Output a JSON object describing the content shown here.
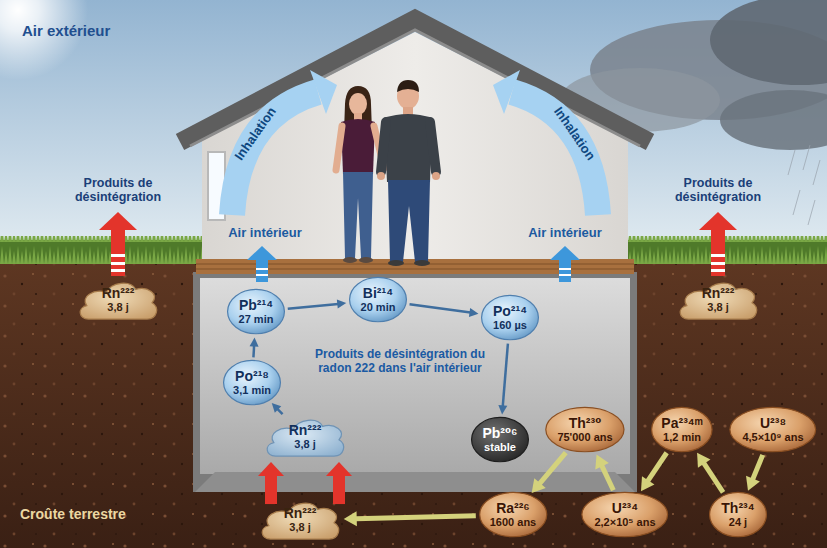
{
  "diagram": {
    "nodes": [
      {
        "text": [
          "Rn²²²",
          "3,8 j"
        ]
      },
      {
        "text": [
          "Pb²¹⁴",
          "27 min"
        ]
      },
      {
        "text": [
          "Bi²¹⁴",
          "20 min"
        ]
      },
      {
        "text": [
          "Po²¹⁴",
          "160 µs"
        ]
      },
      {
        "text": [
          "Rn²²²",
          "3,8 j"
        ]
      },
      {
        "text": [
          "Po²¹⁸",
          "3,1 min"
        ]
      },
      {
        "text": [
          "Rn²²²",
          "3,8 j"
        ]
      },
      {
        "text": [
          "Pb²⁰⁶",
          "stable"
        ]
      },
      {
        "text": [
          "Th²³⁰",
          "75'000 ans"
        ]
      },
      {
        "text": [
          "Pa²³⁴ᵐ",
          "1,2 min"
        ]
      },
      {
        "text": [
          "U²³⁸",
          "4,5×10⁹ ans"
        ]
      },
      {
        "text": [
          "Ra²²⁶",
          "1600 ans"
        ]
      },
      {
        "text": [
          "U²³⁴",
          "2,2×10⁵ ans"
        ]
      },
      {
        "text": [
          "Th²³⁴",
          "24 j"
        ]
      },
      {
        "text": [
          "Rn²²²",
          "3,8 j"
        ]
      }
    ],
    "edges": [
      {
        "from": 6,
        "to": 5,
        "arrow": "to"
      },
      {
        "from": 5,
        "to": 1,
        "arrow": "to"
      },
      {
        "from": 1,
        "to": 2,
        "arrow": "to"
      },
      {
        "from": 2,
        "to": 3,
        "arrow": "to"
      },
      {
        "from": 3,
        "to": 7,
        "arrow": "to"
      },
      {
        "from": 14,
        "to": 6,
        "arrow": "to"
      },
      {
        "from": 14,
        "to": 6,
        "arrow": "to"
      },
      {
        "from": 10,
        "to": 13,
        "arrow": "to"
      },
      {
        "from": 13,
        "to": 9,
        "arrow": "to"
      },
      {
        "from": 9,
        "to": 12,
        "arrow": "to"
      },
      {
        "from": 12,
        "to": 8,
        "arrow": "to"
      },
      {
        "from": 8,
        "to": 11,
        "arrow": "to"
      },
      {
        "from": 11,
        "to": 14,
        "arrow": "to"
      }
    ],
    "labels": [
      "Air extérieur",
      "Inhalation",
      "Inhalation",
      "Air intérieur",
      "Air intérieur",
      "Produits de désintégration",
      "Produits de désintégration",
      "Produits de désintégration du radon 222 dans l'air intérieur",
      "Croûte terrestre"
    ]
  }
}
